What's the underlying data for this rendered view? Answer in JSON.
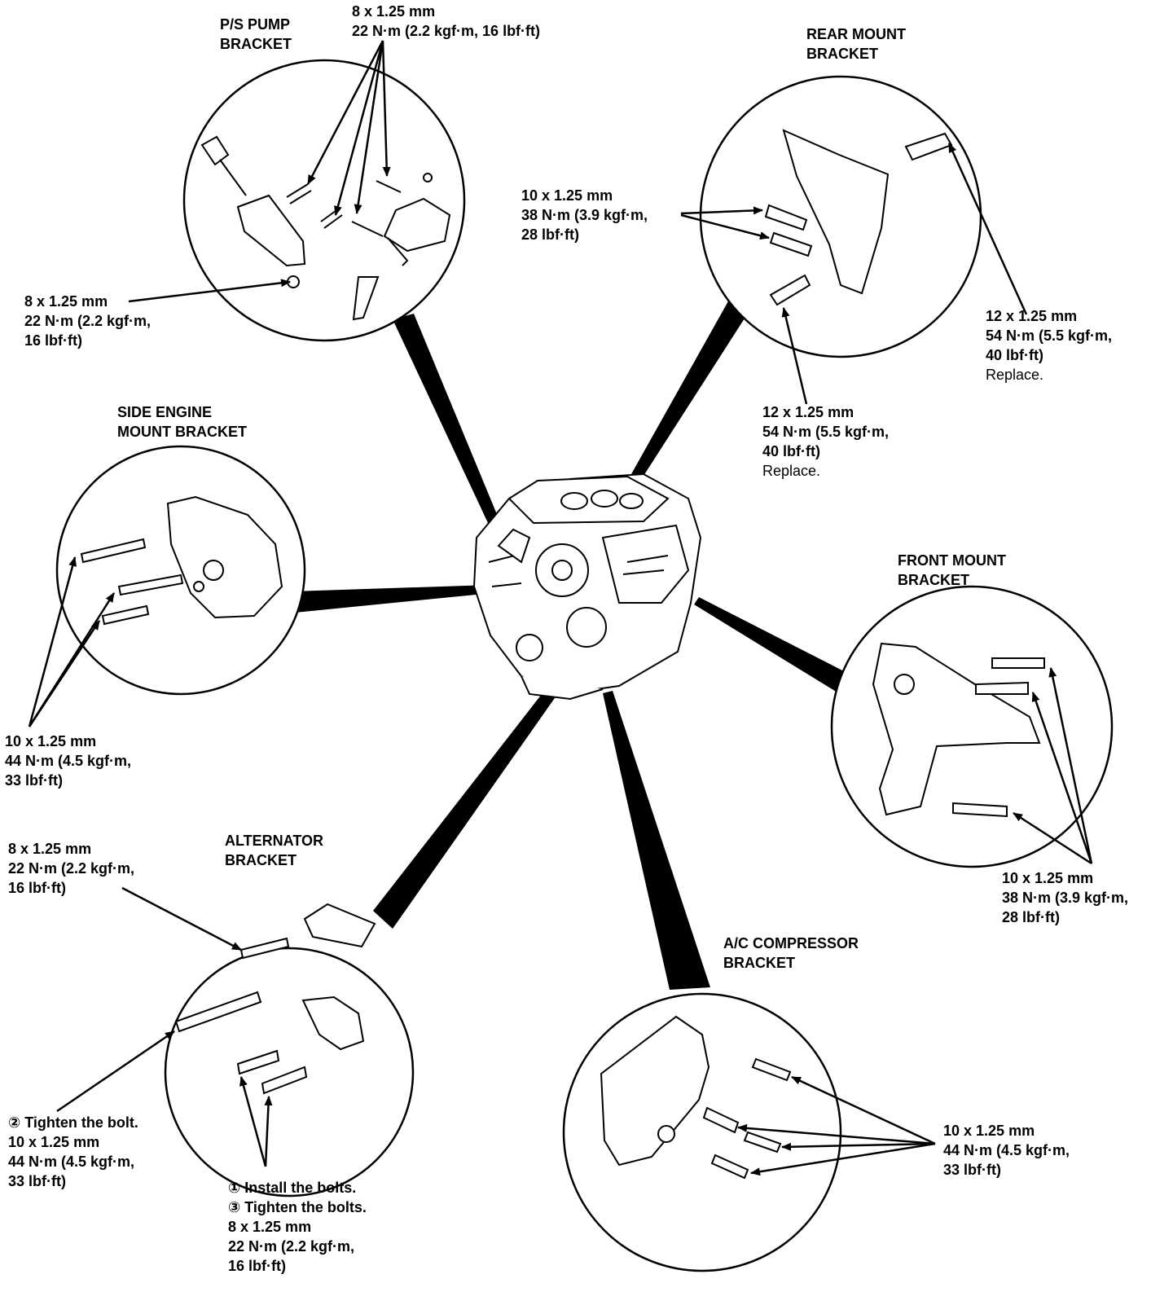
{
  "colors": {
    "ink": "#000000",
    "background": "#ffffff"
  },
  "brackets": {
    "ps_pump": {
      "title": [
        "P/S PUMP",
        "BRACKET"
      ],
      "top_spec": [
        "8 x 1.25 mm",
        "22 N·m (2.2 kgf·m, 16 lbf·ft)"
      ],
      "left_spec": [
        "8 x 1.25 mm",
        "22 N·m (2.2 kgf·m,",
        "16 lbf·ft)"
      ]
    },
    "rear_mount": {
      "title": [
        "REAR MOUNT",
        "BRACKET"
      ],
      "left_spec": [
        "10 x 1.25 mm",
        "38 N·m (3.9 kgf·m,",
        "28 lbf·ft)"
      ],
      "right_spec": [
        "12 x 1.25 mm",
        "54 N·m (5.5 kgf·m,",
        "40 lbf·ft)",
        "Replace."
      ],
      "lower_spec": [
        "12 x 1.25 mm",
        "54 N·m (5.5 kgf·m,",
        "40 lbf·ft)",
        "Replace."
      ]
    },
    "side_engine_mount": {
      "title": [
        "SIDE ENGINE",
        "MOUNT BRACKET"
      ],
      "spec": [
        "10 x 1.25 mm",
        "44 N·m (4.5 kgf·m,",
        "33 lbf·ft)"
      ]
    },
    "front_mount": {
      "title": [
        "FRONT MOUNT",
        "BRACKET"
      ],
      "spec": [
        "10 x 1.25 mm",
        "38 N·m (3.9 kgf·m,",
        "28 lbf·ft)"
      ]
    },
    "alternator": {
      "title": [
        "ALTERNATOR",
        "BRACKET"
      ],
      "top_spec": [
        "8 x 1.25 mm",
        "22 N·m (2.2 kgf·m,",
        "16 lbf·ft)"
      ],
      "step2_spec": [
        "② Tighten the bolt.",
        "10 x 1.25 mm",
        "44 N·m (4.5 kgf·m,",
        "33 lbf·ft)"
      ],
      "step13_spec": [
        "① Install the bolts.",
        "③ Tighten the bolts.",
        "8 x 1.25 mm",
        "22 N·m (2.2 kgf·m,",
        "16 lbf·ft)"
      ]
    },
    "ac_compressor": {
      "title": [
        "A/C COMPRESSOR",
        "BRACKET"
      ],
      "spec": [
        "10 x 1.25 mm",
        "44 N·m (4.5 kgf·m,",
        "33 lbf·ft)"
      ]
    }
  }
}
